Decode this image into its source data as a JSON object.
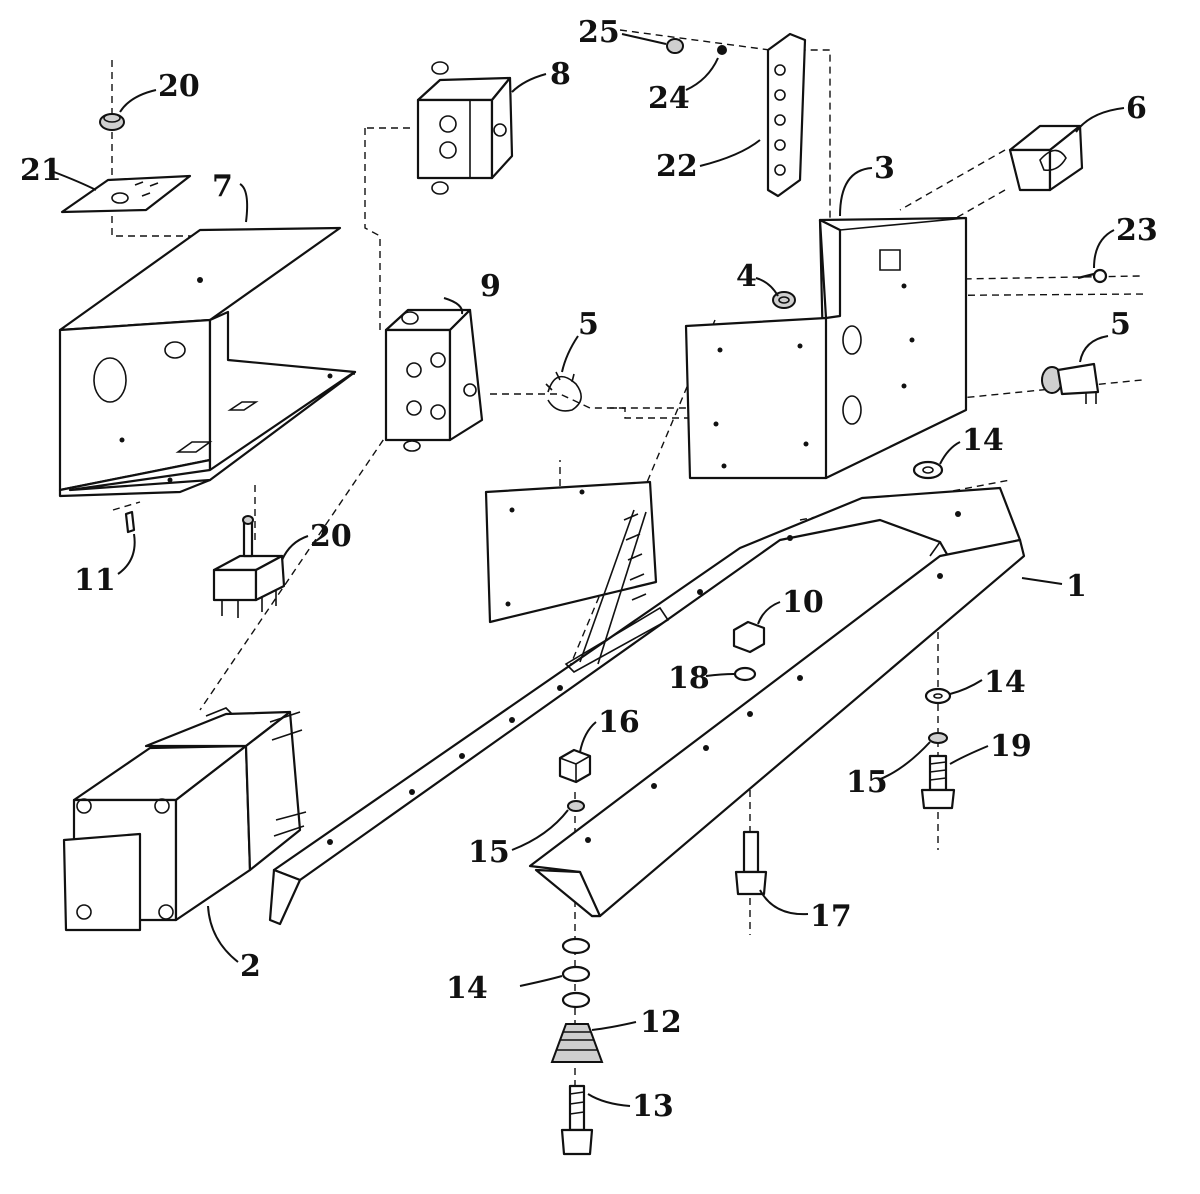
{
  "callouts": [
    {
      "label": "1"
    },
    {
      "label": "2"
    },
    {
      "label": "3"
    },
    {
      "label": "4"
    },
    {
      "label": "5"
    },
    {
      "label": "5"
    },
    {
      "label": "6"
    },
    {
      "label": "7"
    },
    {
      "label": "8"
    },
    {
      "label": "9"
    },
    {
      "label": "10"
    },
    {
      "label": "11"
    },
    {
      "label": "12"
    },
    {
      "label": "13"
    },
    {
      "label": "14"
    },
    {
      "label": "14"
    },
    {
      "label": "14"
    },
    {
      "label": "15"
    },
    {
      "label": "15"
    },
    {
      "label": "16"
    },
    {
      "label": "17"
    },
    {
      "label": "18"
    },
    {
      "label": "19"
    },
    {
      "label": "20"
    },
    {
      "label": "20"
    },
    {
      "label": "21"
    },
    {
      "label": "22"
    },
    {
      "label": "23"
    },
    {
      "label": "24"
    },
    {
      "label": "25"
    }
  ]
}
